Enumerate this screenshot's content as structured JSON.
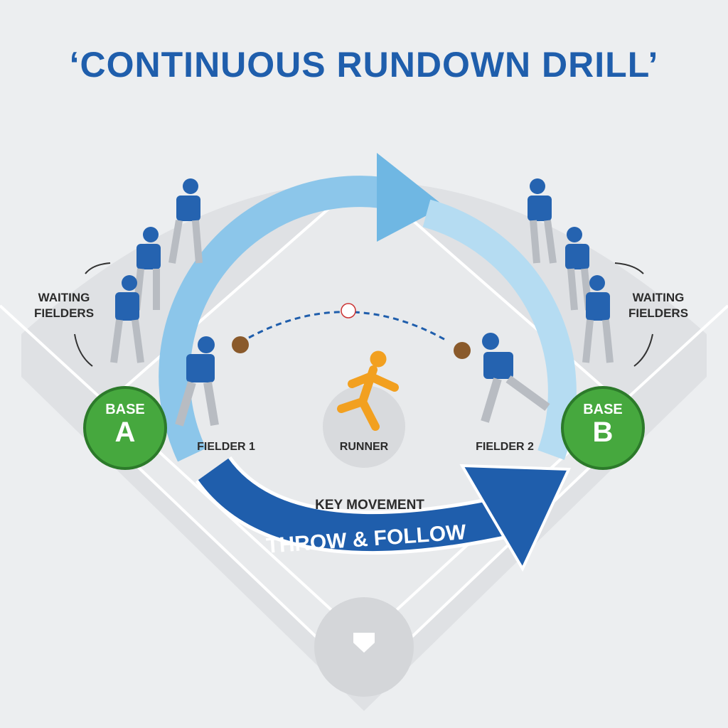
{
  "title": "‘CONTINUOUS RUNDOWN DRILL’",
  "bases": [
    {
      "label": "BASE",
      "letter": "A"
    },
    {
      "label": "BASE",
      "letter": "B"
    }
  ],
  "waiting_left": {
    "line1": "WAITING",
    "line2": "FIELDERS"
  },
  "waiting_right": {
    "line1": "WAITING",
    "line2": "FIELDERS"
  },
  "fielder1": "FIELDER 1",
  "fielder2": "FIELDER 2",
  "runner": "RUNNER",
  "key_movement": "KEY MOVEMENT",
  "throw_follow": "THROW & FOLLOW",
  "colors": {
    "title": "#1f5eac",
    "base": "#46a83e",
    "arrow_light": "#6fb7e3",
    "arrow_dark": "#1f5eac",
    "runner": "#f2a020",
    "jersey": "#2563b0"
  }
}
